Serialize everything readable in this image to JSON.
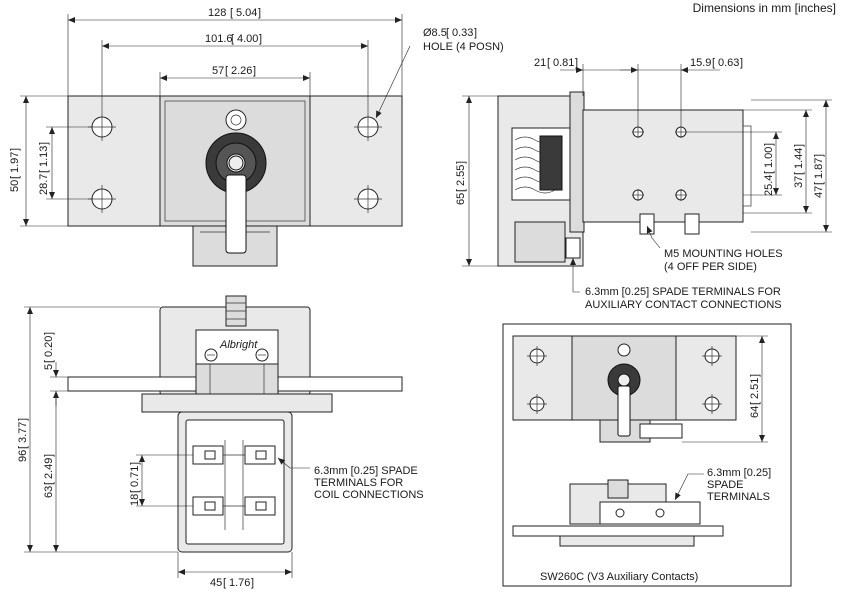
{
  "page_note": "Dimensions in mm [inches]",
  "front_view": {
    "width_overall": "128",
    "width_overall_in": "5.04",
    "hole_spacing": "101.6",
    "hole_spacing_in": "4.00",
    "body_width": "57",
    "body_width_in": "2.26",
    "height": "50",
    "height_in": "1.97",
    "hole_vertical": "28.7",
    "hole_vertical_in": "1.13",
    "hole_callout_dia": "Ø8.5",
    "hole_callout_dia_in": "0.33",
    "hole_callout_text": "HOLE (4 POSN)"
  },
  "side_view": {
    "dim_a": "21",
    "dim_a_in": "0.81",
    "dim_b": "15.9",
    "dim_b_in": "0.63",
    "height": "65",
    "height_in": "2.55",
    "dim_c": "25.4",
    "dim_c_in": "1.00",
    "dim_d": "37",
    "dim_d_in": "1.44",
    "dim_e": "47",
    "dim_e_in": "1.87",
    "mount_note_1": "M5 MOUNTING HOLES",
    "mount_note_2": "(4 OFF PER SIDE)",
    "aux_note_1": "6.3mm [0.25] SPADE TERMINALS FOR",
    "aux_note_2": "AUXILIARY CONTACT CONNECTIONS"
  },
  "top_view": {
    "height_total": "96",
    "height_total_in": "3.77",
    "flange": "5",
    "flange_in": "0.20",
    "lower": "63",
    "lower_in": "2.49",
    "terminal_pitch": "18",
    "terminal_pitch_in": "0.71",
    "base_width": "45",
    "base_width_in": "1.76",
    "brand_script": "Albright",
    "coil_note_1": "6.3mm [0.25] SPADE",
    "coil_note_2": "TERMINALS FOR",
    "coil_note_3": "COIL CONNECTIONS"
  },
  "inset": {
    "height": "64",
    "height_in": "2.51",
    "term_note_1": "6.3mm [0.25]",
    "term_note_2": "SPADE",
    "term_note_3": "TERMINALS",
    "caption": "SW260C (V3 Auxiliary Contacts)"
  }
}
